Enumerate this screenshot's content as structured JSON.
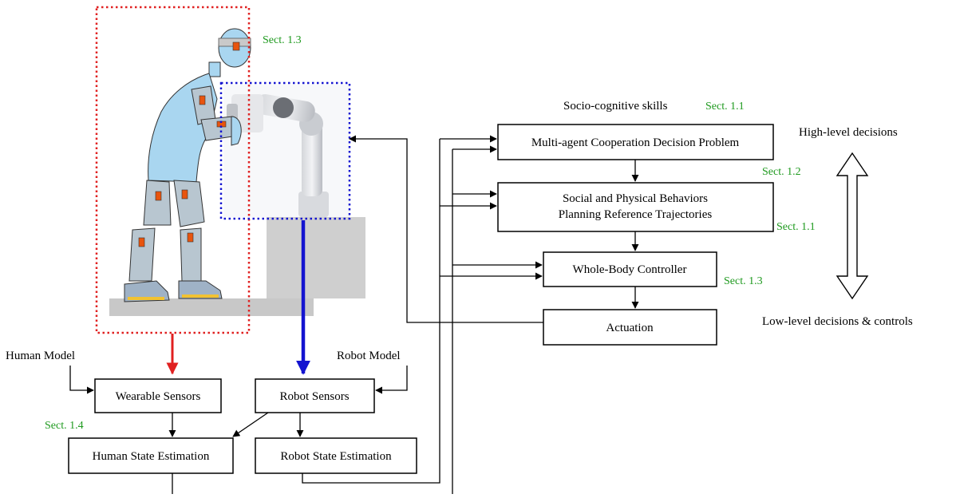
{
  "colors": {
    "sect_green": "#1f9a1f",
    "human_red": "#e02020",
    "robot_blue": "#1414d0",
    "human_fill": "#a9d6f0",
    "sensor_orange": "#e8540e",
    "platform_gray": "#c8c8c8"
  },
  "boxes": {
    "cooperation": "Multi-agent Cooperation Decision Problem",
    "behaviors_line1": "Social and Physical Behaviors",
    "behaviors_line2": "Planning Reference Trajectories",
    "controller": "Whole-Body Controller",
    "actuation": "Actuation",
    "wearable": "Wearable Sensors",
    "robot_sensors": "Robot Sensors",
    "human_state": "Human State Estimation",
    "robot_state": "Robot State Estimation"
  },
  "labels": {
    "socio": "Socio-cognitive skills",
    "high_level": "High-level decisions",
    "low_level": "Low-level decisions & controls",
    "human_model": "Human Model",
    "robot_model": "Robot Model"
  },
  "sections": {
    "human_figure": "Sect. 1.3",
    "cooperation": "Sect. 1.1",
    "behaviors_top": "Sect. 1.2",
    "behaviors_bottom": "Sect. 1.1",
    "controller": "Sect. 1.3",
    "wearable": "Sect. 1.4"
  },
  "icons": [
    "human-figure-icon",
    "robot-arm-icon",
    "double-arrow-icon"
  ]
}
